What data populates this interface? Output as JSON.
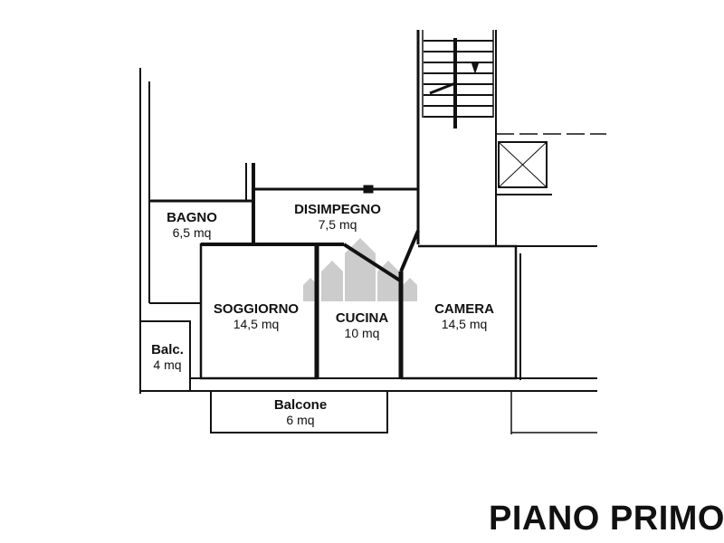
{
  "plan": {
    "title": "PIANO PRIMO",
    "rooms": [
      {
        "name": "BAGNO",
        "area": "6,5 mq"
      },
      {
        "name": "DISIMPEGNO",
        "area": "7,5 mq"
      },
      {
        "name": "SOGGIORNO",
        "area": "14,5 mq"
      },
      {
        "name": "CUCINA",
        "area": "10 mq"
      },
      {
        "name": "CAMERA",
        "area": "14,5 mq"
      },
      {
        "name": "Balc.",
        "area": "4 mq"
      },
      {
        "name": "Balcone",
        "area": "6 mq"
      }
    ]
  },
  "colors": {
    "wall": "#111111",
    "watermark": "#bdbdbd"
  }
}
